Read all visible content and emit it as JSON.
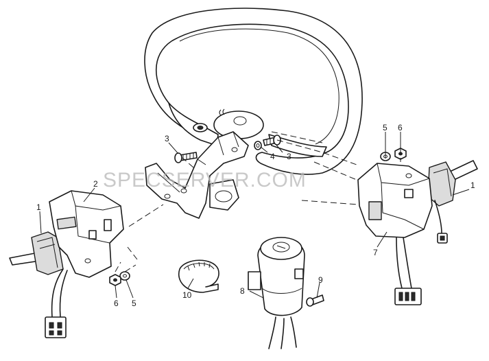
{
  "watermark": "SPECSERVER.COM",
  "callouts": {
    "left_switch_num": "1",
    "left_switch_housing_num": "2",
    "bolt_left_num": "3",
    "bolt_right_num": "3",
    "washer_num": "4",
    "right_washer_num": "5",
    "right_nut_num": "6",
    "left_washer_num": "5",
    "left_nut_num": "6",
    "right_switch_num": "1",
    "right_switch_housing_num": "7",
    "ignition_switch_num": "8",
    "screw_num": "9",
    "clamp_num": "10"
  }
}
